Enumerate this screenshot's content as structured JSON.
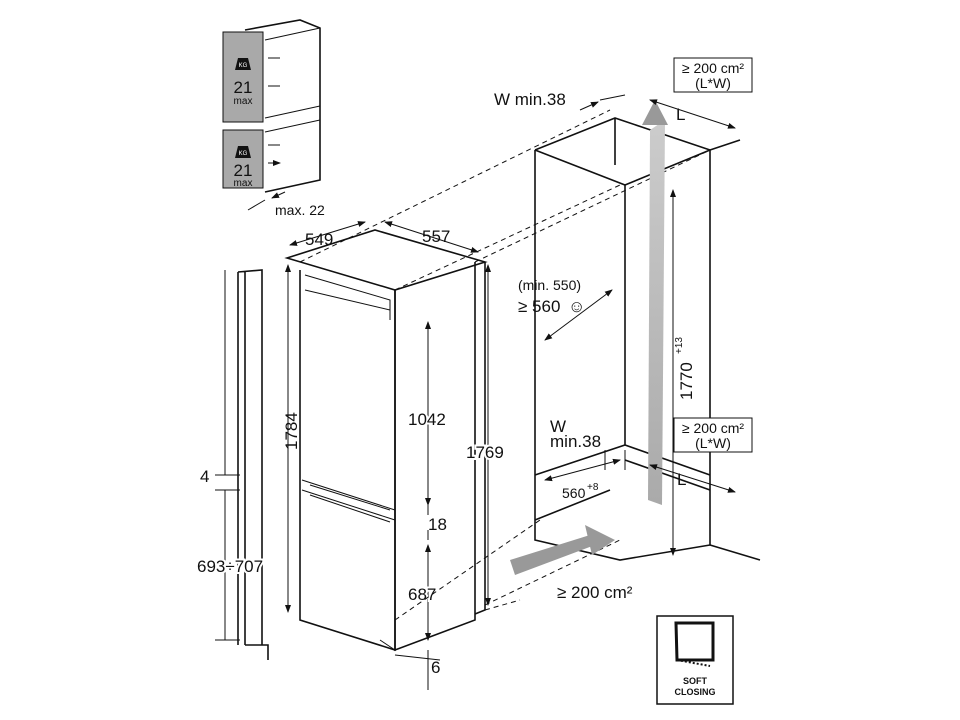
{
  "door_panels": {
    "upper": {
      "badge": "KG",
      "weight": "21",
      "unit": "max"
    },
    "lower": {
      "badge": "KG",
      "weight": "21",
      "unit": "max"
    },
    "gap_label": "max. 22"
  },
  "appliance": {
    "depth_label": "549",
    "width_label": "557",
    "total_height_label": "1784",
    "upper_door_label": "1042",
    "body_height_label": "1769",
    "door_gap_label": "18",
    "lower_door_label": "687",
    "bottom_gap_label": "6"
  },
  "door_rail": {
    "gap_label": "4",
    "range_label": "693÷707"
  },
  "niche": {
    "top_wall_label": "W min.38",
    "top_L_label": "L",
    "top_vent_area": "≥ 200 cm²",
    "top_vent_formula": "(L*W)",
    "depth_min_label": "(min. 550)",
    "depth_rec_label": "≥ 560",
    "height_label": "1770",
    "height_tol": "+13",
    "mid_vent_area": "≥ 200 cm²",
    "mid_vent_formula": "(L*W)",
    "bottom_wall_label_w": "W",
    "bottom_wall_label_min": "min.38",
    "bottom_L_label": "L",
    "width_label": "560",
    "width_tol": "+8",
    "bottom_vent_area": "≥ 200 cm²"
  },
  "soft_closing": {
    "line1": "SOFT",
    "line2": "CLOSING"
  }
}
